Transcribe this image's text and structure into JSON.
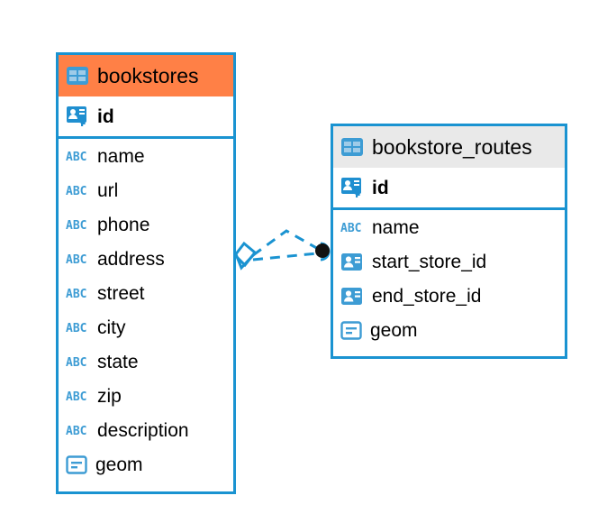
{
  "diagram": {
    "type": "entity-relationship-diagram",
    "background": "#ffffff",
    "colors": {
      "border": "#1a93d1",
      "header_selected": "#ff8046",
      "header_default": "#e9e9e9",
      "icon_blue": "#3d9cd4",
      "text": "#000000",
      "endpoint_dark": "#111111"
    }
  },
  "entities": [
    {
      "name": "bookstores",
      "title": "bookstores",
      "selected": true,
      "header_icon": "table-icon",
      "primary_key": {
        "label": "id",
        "icon": "primary-key-icon"
      },
      "fields": [
        {
          "label": "name",
          "icon": "text-type-icon",
          "icon_text": "ABC"
        },
        {
          "label": "url",
          "icon": "text-type-icon",
          "icon_text": "ABC"
        },
        {
          "label": "phone",
          "icon": "text-type-icon",
          "icon_text": "ABC"
        },
        {
          "label": "address",
          "icon": "text-type-icon",
          "icon_text": "ABC"
        },
        {
          "label": "street",
          "icon": "text-type-icon",
          "icon_text": "ABC"
        },
        {
          "label": "city",
          "icon": "text-type-icon",
          "icon_text": "ABC"
        },
        {
          "label": "state",
          "icon": "text-type-icon",
          "icon_text": "ABC"
        },
        {
          "label": "zip",
          "icon": "text-type-icon",
          "icon_text": "ABC"
        },
        {
          "label": "description",
          "icon": "text-type-icon",
          "icon_text": "ABC"
        },
        {
          "label": "geom",
          "icon": "geometry-type-icon",
          "icon_text": ""
        }
      ]
    },
    {
      "name": "bookstore_routes",
      "title": "bookstore_routes",
      "selected": false,
      "header_icon": "table-icon",
      "primary_key": {
        "label": "id",
        "icon": "primary-key-icon"
      },
      "fields": [
        {
          "label": "name",
          "icon": "text-type-icon",
          "icon_text": "ABC"
        },
        {
          "label": "start_store_id",
          "icon": "foreign-key-icon",
          "icon_text": ""
        },
        {
          "label": "end_store_id",
          "icon": "foreign-key-icon",
          "icon_text": ""
        },
        {
          "label": "geom",
          "icon": "geometry-type-icon",
          "icon_text": ""
        }
      ]
    }
  ],
  "relationship": {
    "from_entity": "bookstores",
    "to_entity": "bookstore_routes",
    "from_marker": "diamond-crowsfoot-marker",
    "to_marker": "filled-circle-marker",
    "line_style": "dashed",
    "line_color": "#1a93d1"
  }
}
